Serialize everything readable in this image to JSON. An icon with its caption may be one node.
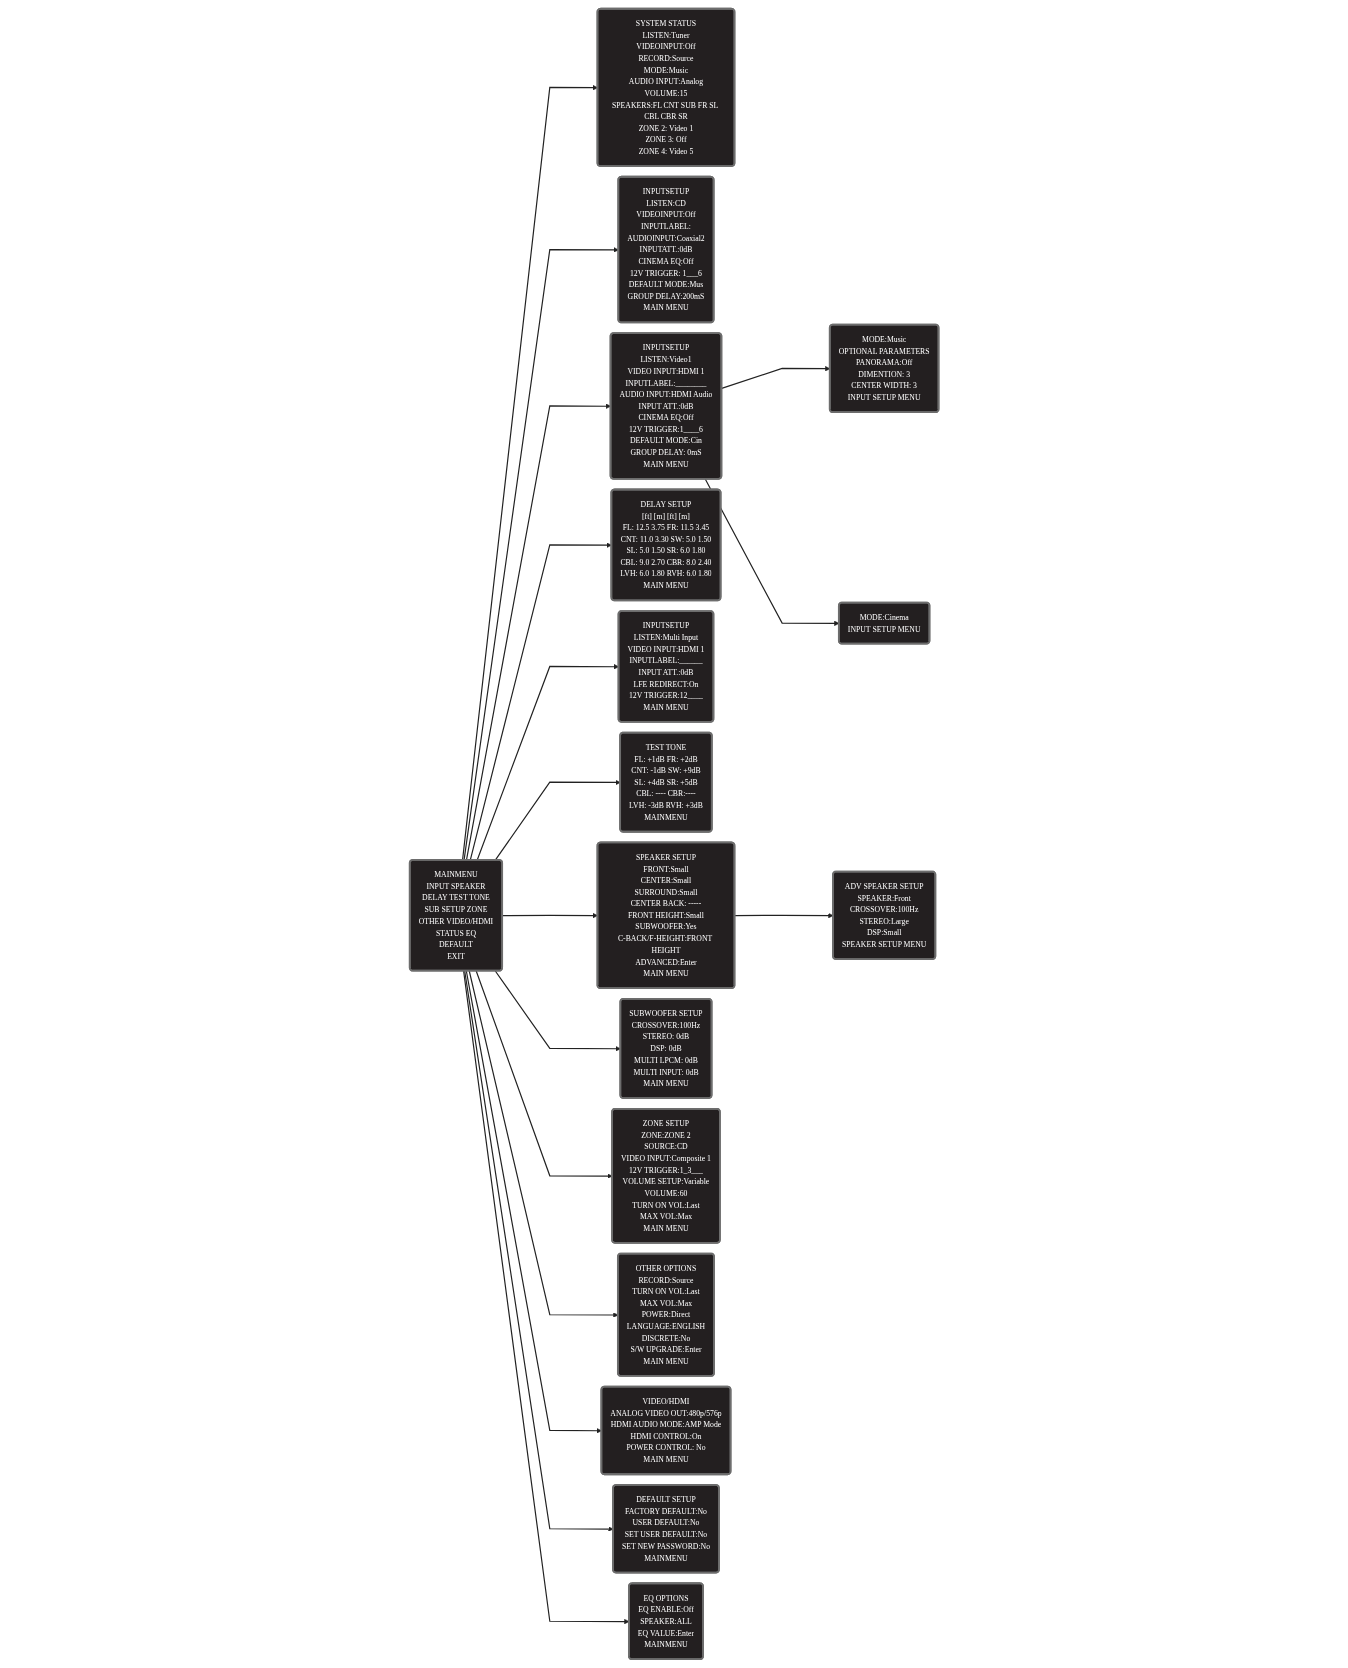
{
  "diagram": {
    "nodes": [
      {
        "text": [
          "MAINMENU",
          "INPUT SPEAKER",
          "DELAY TEST TONE",
          "SUB SETUP ZONE",
          "OTHER VIDEO/HDMI",
          "STATUS EQ",
          "DEFAULT",
          "EXIT"
        ]
      },
      {
        "text": [
          "SYSTEM STATUS",
          "LISTEN:Tuner",
          "VIDEOINPUT:Off",
          "RECORD:Source",
          "MODE:Music",
          "AUDIO INPUT:Analog",
          "VOLUME:15",
          "SPEAKERS:FL CNT SUB FR SL CBL CBR SR",
          "ZONE 2: Video 1",
          "ZONE 3: Off",
          "ZONE 4: Video 5"
        ]
      },
      {
        "text": [
          "INPUTSETUP",
          "LISTEN:CD",
          "VIDEOINPUT:Off",
          "INPUTLABEL:",
          "AUDIOINPUT:Coaxial2",
          "INPUTATT.:0dB",
          "CINEMA EQ:Off",
          "12V TRIGGER: 1___6",
          "DEFAULT MODE:Mus",
          "GROUP DELAY:200mS",
          "MAIN MENU"
        ]
      },
      {
        "text": [
          "SPEAKER SETUP",
          "FRONT:Small",
          "CENTER:Small",
          "SURROUND:Small",
          "CENTER BACK: -----",
          "FRONT HEIGHT:Small",
          "SUBWOOFER:Yes",
          "C-BACK/F-HEIGHT:FRONT HEIGHT",
          "ADVANCED:Enter",
          "MAIN MENU"
        ]
      },
      {
        "text": [
          "DELAY SETUP",
          "[ft] [m] [ft] [m]",
          "FL: 12.5 3.75 FR: 11.5 3.45",
          "CNT: 11.0 3.30 SW: 5.0 1.50",
          "SL: 5.0 1.50 SR: 6.0 1.80",
          "CBL: 9.0 2.70 CBR: 8.0 2.40",
          "LVH: 6.0 1.80 RVH: 6.0 1.80",
          "MAIN MENU"
        ]
      },
      {
        "text": [
          "INPUTSETUP",
          "LISTEN:Multi Input",
          "VIDEO INPUT:HDMI 1",
          "INPUTLABEL:______",
          "INPUT ATT.:0dB",
          "LFE REDIRECT:On",
          "12V TRIGGER:12____",
          "MAIN MENU"
        ]
      },
      {
        "text": [
          "ADV SPEAKER SETUP",
          "SPEAKER:Front",
          "CROSSOVER:100Hz",
          "STEREO:Large",
          "DSP:Small",
          "SPEAKER SETUP MENU"
        ]
      },
      {
        "text": [
          "TEST TONE",
          "FL: +1dB FR: +2dB",
          "CNT: -1dB SW: +9dB",
          "SL: +4dB SR: +5dB",
          "CBL: ---- CBR:----",
          "LVH: -3dB RVH: +3dB",
          "MAINMENU"
        ]
      },
      {
        "text": [
          "INPUTSETUP",
          "LISTEN:Video1",
          "VIDEO INPUT:HDMI 1",
          "INPUTLABEL:________",
          "AUDIO INPUT:HDMI Audio",
          "INPUT ATT.:0dB",
          "CINEMA EQ:Off",
          "12V TRIGGER:1____6",
          "DEFAULT MODE:Cin",
          "GROUP DELAY: 0mS",
          "MAIN MENU"
        ]
      },
      {
        "text": [
          "SUBWOOFER SETUP",
          "CROSSOVER:100Hz",
          "STEREO: 0dB",
          "DSP: 0dB",
          "MULTI LPCM: 0dB",
          "MULTI INPUT: 0dB",
          "MAIN MENU"
        ]
      },
      {
        "text": [
          "ZONE SETUP",
          "ZONE:ZONE 2",
          "SOURCE:CD",
          "VIDEO INPUT:Composite 1",
          "12V TRIGGER:1_3___",
          "VOLUME SETUP:Variable",
          "VOLUME:60",
          "TURN ON VOL:Last",
          "MAX VOL:Max",
          "MAIN MENU"
        ]
      },
      {
        "text": [
          "MODE:Music",
          "OPTIONAL PARAMETERS",
          "PANORAMA:Off",
          "DIMENTION: 3",
          "CENTER WIDTH: 3",
          "INPUT SETUP MENU"
        ]
      },
      {
        "text": [
          "OTHER OPTIONS",
          "RECORD:Source",
          "TURN ON VOL:Last",
          "MAX VOL:Max",
          "POWER:Direct",
          "LANGUAGE:ENGLISH",
          "DISCRETE:No",
          "S/W UPGRADE:Enter",
          "MAIN MENU"
        ]
      },
      {
        "text": [
          "VIDEO/HDMI",
          "ANALOG VIDEO OUT:480p/576p",
          "HDMI AUDIO MODE:AMP Mode",
          "HDMI CONTROL:On",
          "POWER CONTROL: No",
          "MAIN MENU"
        ]
      },
      {
        "text": [
          "MODE:Cinema",
          "INPUT SETUP MENU"
        ]
      },
      {
        "text": [
          "DEFAULT SETUP",
          "FACTORY DEFAULT:No",
          "USER DEFAULT:No",
          "SET USER DEFAULT:No",
          "SET NEW PASSWORD:No",
          "MAINMENU"
        ]
      },
      {
        "text": [
          "EQ OPTIONS",
          "EQ ENABLE:Off",
          "SPEAKER:ALL",
          "EQ VALUE:Enter",
          "MAINMENU"
        ]
      }
    ],
    "edges": [
      {
        "from": 0,
        "to": 2,
        "arrow": "to"
      },
      {
        "from": 0,
        "to": 5,
        "arrow": "to"
      },
      {
        "from": 0,
        "to": 8,
        "arrow": "to"
      },
      {
        "from": 0,
        "to": 12,
        "arrow": "to"
      },
      {
        "from": 0,
        "to": 9,
        "arrow": "to"
      },
      {
        "from": 0,
        "to": 3,
        "arrow": "to"
      },
      {
        "from": 3,
        "to": 6,
        "arrow": "to"
      },
      {
        "from": 0,
        "to": 1,
        "arrow": "to"
      },
      {
        "from": 0,
        "to": 4,
        "arrow": "to"
      },
      {
        "from": 0,
        "to": 7,
        "arrow": "to"
      },
      {
        "from": 0,
        "to": 10,
        "arrow": "to"
      },
      {
        "from": 0,
        "to": 13,
        "arrow": "to"
      },
      {
        "from": 0,
        "to": 16,
        "arrow": "to"
      },
      {
        "from": 0,
        "to": 15,
        "arrow": "to"
      },
      {
        "from": 8,
        "to": 11,
        "arrow": "to"
      },
      {
        "from": 8,
        "to": 14,
        "arrow": "to"
      }
    ]
  }
}
